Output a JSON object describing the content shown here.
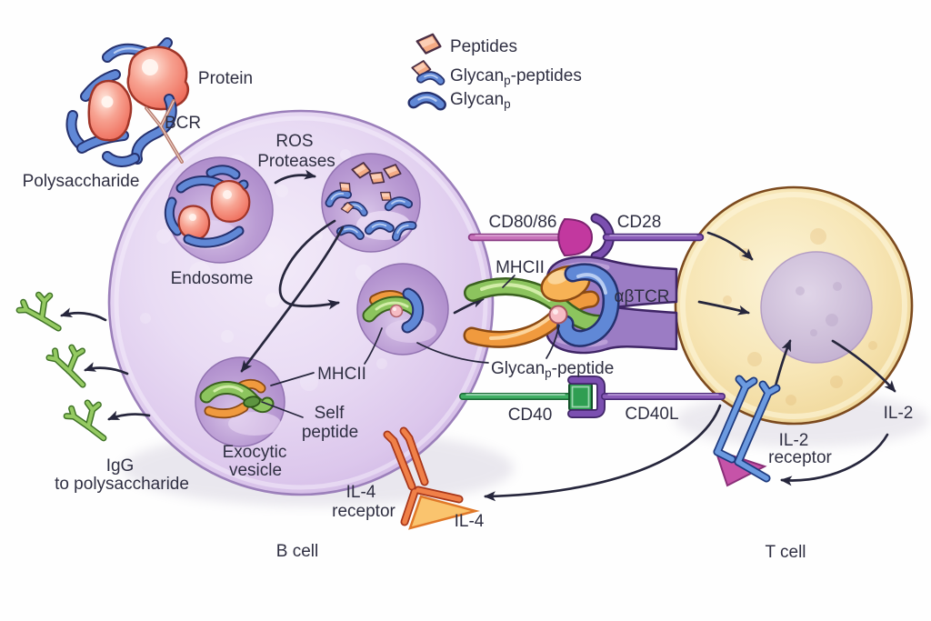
{
  "figure": {
    "b_cell_label": "B cell",
    "t_cell_label": "T cell"
  },
  "antigen": {
    "protein": "Protein",
    "bcr": "BCR",
    "polysaccharide": "Polysaccharide"
  },
  "legend": {
    "peptides": "Peptides",
    "glycan_base": "Glycan",
    "glycan_sub": "p",
    "glycan_peptides_suffix": "-peptides"
  },
  "b_cell": {
    "ros_line1": "ROS",
    "ros_line2": "Proteases",
    "endosome": "Endosome",
    "mhcii_inner": "MHCII",
    "self_peptide_line1": "Self",
    "self_peptide_line2": "peptide",
    "exocytic_line1": "Exocytic",
    "exocytic_line2": "vesicle"
  },
  "synapse": {
    "cd80_86": "CD80/86",
    "cd28": "CD28",
    "mhcii": "MHCII",
    "abtcr": "αβTCR",
    "glycan_peptide_base": "Glycan",
    "glycan_peptide_sub": "p",
    "glycan_peptide_suffix": "-peptide",
    "cd40": "CD40",
    "cd40l": "CD40L"
  },
  "cytokines": {
    "il4_receptor_line1": "IL-4",
    "il4_receptor_line2": "receptor",
    "il4": "IL-4",
    "il2": "IL-2",
    "il2_receptor_line1": "IL-2",
    "il2_receptor_line2": "receptor"
  },
  "antibody_output": {
    "igg_line1": "IgG",
    "igg_line2": "to polysaccharide"
  },
  "colors": {
    "background": "#ffffff",
    "b_cell_fill": "#e5d6f0",
    "b_cell_border": "#9b7fba",
    "t_cell_fill": "#f7e7ba",
    "t_cell_border": "#7c4a1e",
    "nucleus_fill": "#cfc0da",
    "vesicle_fill": "#b79bd1",
    "glycan_blue": "#6088d6",
    "protein_red": "#ef6b5c",
    "peptide_orange": "#f5ac85",
    "mhc_green": "#8cc45e",
    "mhc_orange": "#f09a3e",
    "tcr_purple": "#9b7cc4",
    "tcr_blue": "#5b85d6",
    "cd80_magenta": "#c2389f",
    "cd28_purple": "#6a3fa0",
    "cd40_green": "#2f9e52",
    "cd40l_purple": "#8a5cb8",
    "igg_green": "#95ca62",
    "il4_receptor_orange": "#f08048",
    "il4_triangle": "#fac46e",
    "il2_receptor_blue": "#6b9ae0",
    "il2r_triangle": "#c653a8",
    "self_peptide_green": "#5d9440",
    "peptide_ball_pink": "#f6bcc4",
    "bcr_tan": "#b5776a",
    "arrow": "#26263c",
    "text": "#2f2f42"
  }
}
